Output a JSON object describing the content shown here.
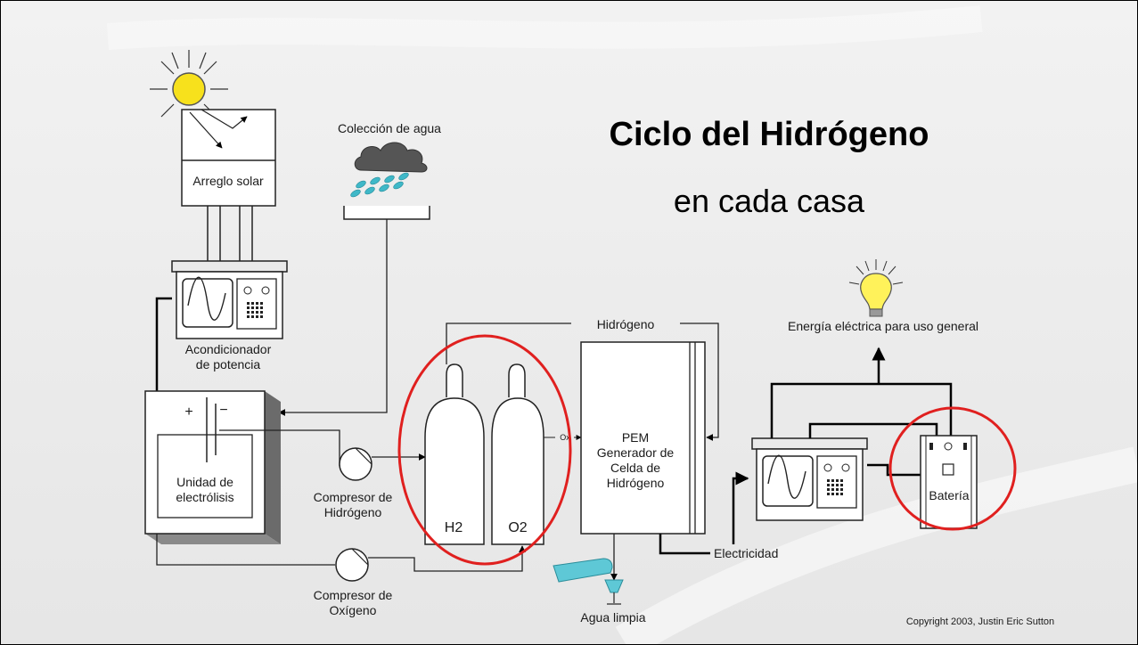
{
  "title": "Ciclo del Hidrógeno",
  "subtitle": "en cada casa",
  "labels": {
    "solar_array": "Arreglo solar",
    "water_collection": "Colección de agua",
    "power_conditioner_1": "Acondicionador",
    "power_conditioner_2": "de potencia",
    "electrolysis_1": "Unidad de",
    "electrolysis_2": "electrólisis",
    "plus": "+",
    "minus": "−",
    "h2_compressor_1": "Compresor de",
    "h2_compressor_2": "Hidrógeno",
    "o2_compressor_1": "Compresor de",
    "o2_compressor_2": "Oxígeno",
    "h2_tank": "H2",
    "o2_tank": "O2",
    "ox": "Ox",
    "hydrogen_line": "Hidrógeno",
    "pem_1": "PEM",
    "pem_2": "Generador de",
    "pem_3": "Celda de",
    "pem_4": "Hidrógeno",
    "clean_water": "Agua limpia",
    "electricity": "Electricidad",
    "general_use": "Energía eléctrica para uso general",
    "battery": "Batería",
    "copyright": "Copyright 2003, Justin Eric Sutton"
  },
  "colors": {
    "highlight_circles": "#e0201f",
    "sun": "#f7e11c",
    "bulb": "#fff25a",
    "rain": "#3fb8c8",
    "water_jug": "#5ec8d6"
  },
  "icons": [
    "sun-icon",
    "rain-cloud-icon",
    "light-bulb-icon",
    "water-jug-icon",
    "oscilloscope-icon"
  ]
}
